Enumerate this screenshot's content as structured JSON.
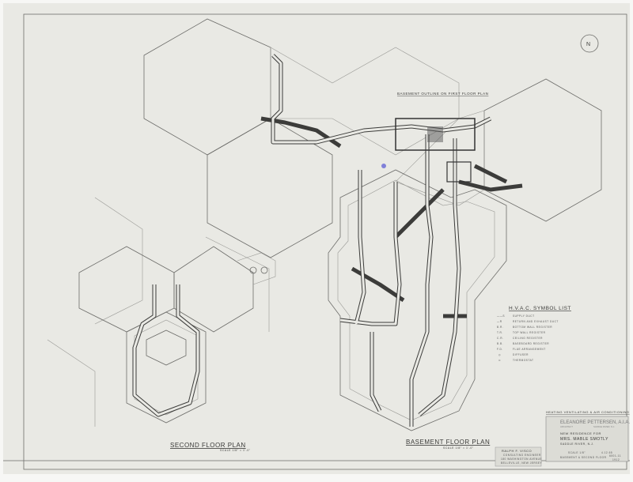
{
  "drawing": {
    "basement_note": "BASEMENT OUTLINE ON FIRST FLOOR PLAN",
    "second_floor_title": "SECOND FLOOR PLAN",
    "second_floor_scale": "SCALE 1/8\" = 1'-0\"",
    "basement_title": "BASEMENT FLOOR PLAN",
    "basement_scale": "SCALE 1/8\" = 1'-0\"",
    "north_label": "N"
  },
  "symbol_list": {
    "title": "H.V.A.C. SYMBOL LIST",
    "items": [
      {
        "symbol": "——S",
        "label": "SUPPLY DUCT"
      },
      {
        "symbol": "—R",
        "label": "RETURN AND EXHAUST DUCT"
      },
      {
        "symbol": "B.R.",
        "label": "BOTTOM WALL REGISTER"
      },
      {
        "symbol": "T.R.",
        "label": "TOP WALL REGISTER"
      },
      {
        "symbol": "C.R.",
        "label": "CEILING REGISTER"
      },
      {
        "symbol": "B.B.",
        "label": "BASEBOARD REGISTER"
      },
      {
        "symbol": "F.D.",
        "label": "FLUE ARRANGEMENT"
      },
      {
        "symbol": "◎",
        "label": "DIFFUSER"
      },
      {
        "symbol": "⊙",
        "label": "THERMOSTAT"
      }
    ]
  },
  "title_block": {
    "heading": "HEATING VENTILATING & AIR CONDITIONING",
    "architect": "ELEANORE PETTERSEN, A.I.A.",
    "architect_role": "ARCHITECT",
    "architect_address": "SADDLE RIVER, N.J.",
    "project_line1": "NEW RESIDENCE FOR",
    "project_line2": "MRS. MABLE SMOTLY",
    "project_line3": "SADDLE RIVER, N.J.",
    "scale": "SCALE 1/8\"",
    "date": "4.12.65",
    "sheet_title": "BASEMENT & SECOND FLOOR",
    "sheet_no": "6001-11",
    "rev": "1912"
  },
  "consultant": {
    "name": "RALPH F. VISCO",
    "role": "CONSULTING ENGINEER",
    "address1": "180 WASHINGTON AVENUE",
    "address2": "BELLEVILLE, NEW JERSEY"
  }
}
